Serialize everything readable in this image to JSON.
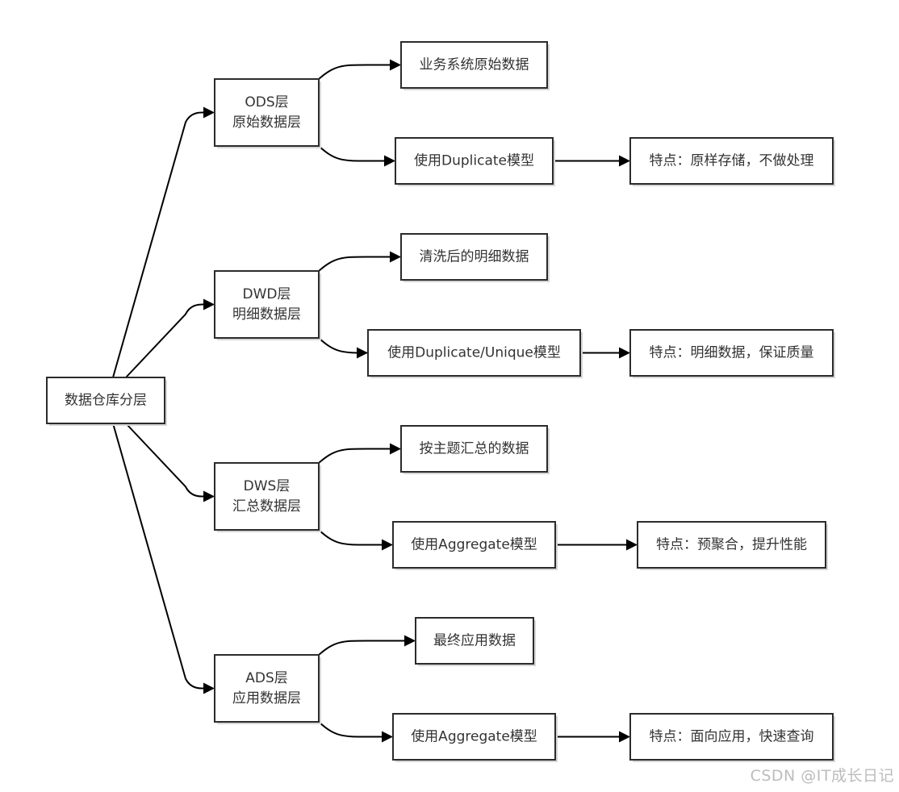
{
  "diagram": {
    "nodes": [
      {
        "id": "root",
        "lines": [
          "数据仓库分层"
        ]
      },
      {
        "id": "ods",
        "lines": [
          "ODS层",
          "原始数据层"
        ]
      },
      {
        "id": "ods_data",
        "lines": [
          "业务系统原始数据"
        ]
      },
      {
        "id": "ods_model",
        "lines": [
          "使用Duplicate模型"
        ]
      },
      {
        "id": "ods_feat",
        "lines": [
          "特点：原样存储，不做处理"
        ]
      },
      {
        "id": "dwd",
        "lines": [
          "DWD层",
          "明细数据层"
        ]
      },
      {
        "id": "dwd_data",
        "lines": [
          "清洗后的明细数据"
        ]
      },
      {
        "id": "dwd_model",
        "lines": [
          "使用Duplicate/Unique模型"
        ]
      },
      {
        "id": "dwd_feat",
        "lines": [
          "特点：明细数据，保证质量"
        ]
      },
      {
        "id": "dws",
        "lines": [
          "DWS层",
          "汇总数据层"
        ]
      },
      {
        "id": "dws_data",
        "lines": [
          "按主题汇总的数据"
        ]
      },
      {
        "id": "dws_model",
        "lines": [
          "使用Aggregate模型"
        ]
      },
      {
        "id": "dws_feat",
        "lines": [
          "特点：预聚合，提升性能"
        ]
      },
      {
        "id": "ads",
        "lines": [
          "ADS层",
          "应用数据层"
        ]
      },
      {
        "id": "ads_data",
        "lines": [
          "最终应用数据"
        ]
      },
      {
        "id": "ads_model",
        "lines": [
          "使用Aggregate模型"
        ]
      },
      {
        "id": "ads_feat",
        "lines": [
          "特点：面向应用，快速查询"
        ]
      }
    ],
    "edges": [
      [
        "root",
        "ods"
      ],
      [
        "root",
        "dwd"
      ],
      [
        "root",
        "dws"
      ],
      [
        "root",
        "ads"
      ],
      [
        "ods",
        "ods_data"
      ],
      [
        "ods",
        "ods_model"
      ],
      [
        "ods_model",
        "ods_feat"
      ],
      [
        "dwd",
        "dwd_data"
      ],
      [
        "dwd",
        "dwd_model"
      ],
      [
        "dwd_model",
        "dwd_feat"
      ],
      [
        "dws",
        "dws_data"
      ],
      [
        "dws",
        "dws_model"
      ],
      [
        "dws_model",
        "dws_feat"
      ],
      [
        "ads",
        "ads_data"
      ],
      [
        "ads",
        "ads_model"
      ],
      [
        "ads_model",
        "ads_feat"
      ]
    ]
  },
  "watermark": "CSDN @IT成长日记"
}
